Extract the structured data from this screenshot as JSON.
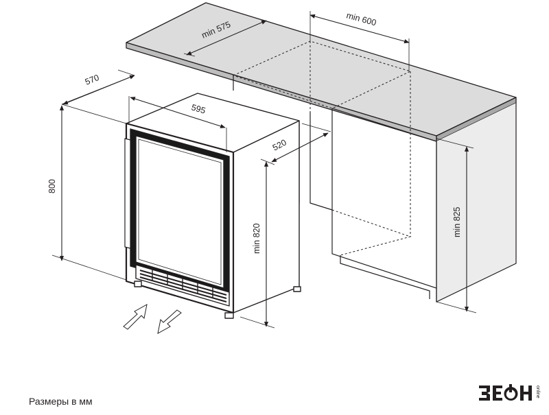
{
  "dimensions": {
    "depth_counter": "min 575",
    "width_counter": "min 600",
    "depth_appliance": "570",
    "width_appliance": "595",
    "depth_door": "520",
    "height_appliance": "800",
    "height_niche_front": "min 820",
    "height_niche_side": "min 825"
  },
  "caption": "Размеры в мм",
  "logo": {
    "brand": "ЗЕОН",
    "tagline": "online",
    "color": "#231f20"
  },
  "colors": {
    "counter": "#d9d9d9",
    "line": "#231f20",
    "fridge_dark": "#1a1a1a"
  }
}
